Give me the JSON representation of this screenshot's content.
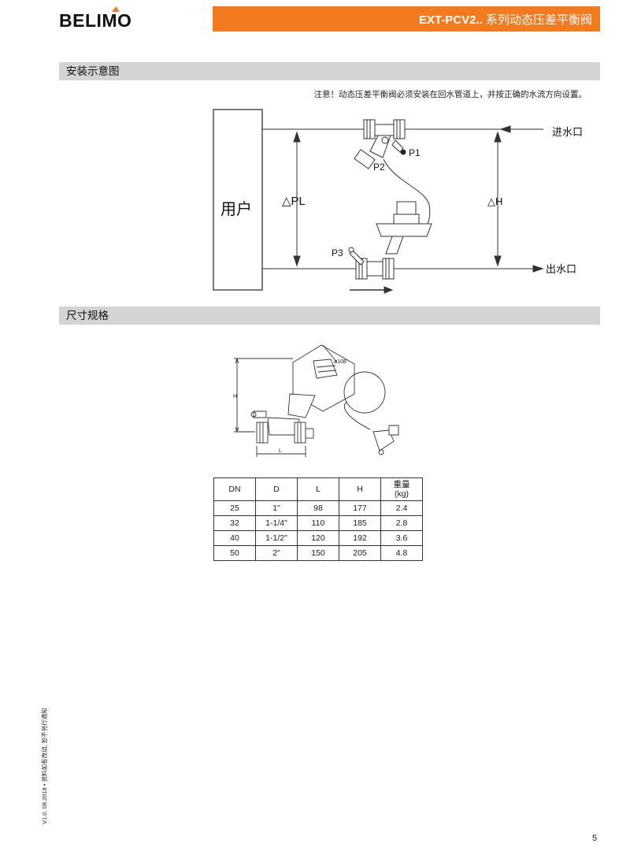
{
  "header": {
    "logo": "BELIMO",
    "title_bold": "EXT-PCV2..",
    "title_rest": " 系列动态压差平衡阀"
  },
  "section1": {
    "title": "安装示意图",
    "note": "注意！动态压差平衡阀必须安装在回水管道上，并按正确的水流方向设置。",
    "labels": {
      "user": "用户",
      "pl": "△PL",
      "h": "△H",
      "inlet": "进水口",
      "outlet": "出水口",
      "p1": "P1",
      "p2": "P2",
      "p3": "P3"
    }
  },
  "section2": {
    "title": "尺寸规格",
    "drawing": {
      "d_label": "ø108",
      "h_label": "H",
      "l_label": "L"
    },
    "table": {
      "headers": [
        "DN",
        "D",
        "L",
        "H",
        "重量",
        "(kg)"
      ],
      "rows": [
        [
          "25",
          "1\"",
          "98",
          "177",
          "2.4"
        ],
        [
          "32",
          "1-1/4\"",
          "110",
          "185",
          "2.8"
        ],
        [
          "40",
          "1-1/2\"",
          "120",
          "192",
          "3.6"
        ],
        [
          "50",
          "2\"",
          "150",
          "205",
          "4.8"
        ]
      ]
    }
  },
  "footer": {
    "side_text": "V1.0. 08.2018 • 资料如有改动, 恕不另行通知",
    "page": "5"
  },
  "colors": {
    "brand": "#f47a20",
    "section_bg": "#d4d4d4"
  }
}
